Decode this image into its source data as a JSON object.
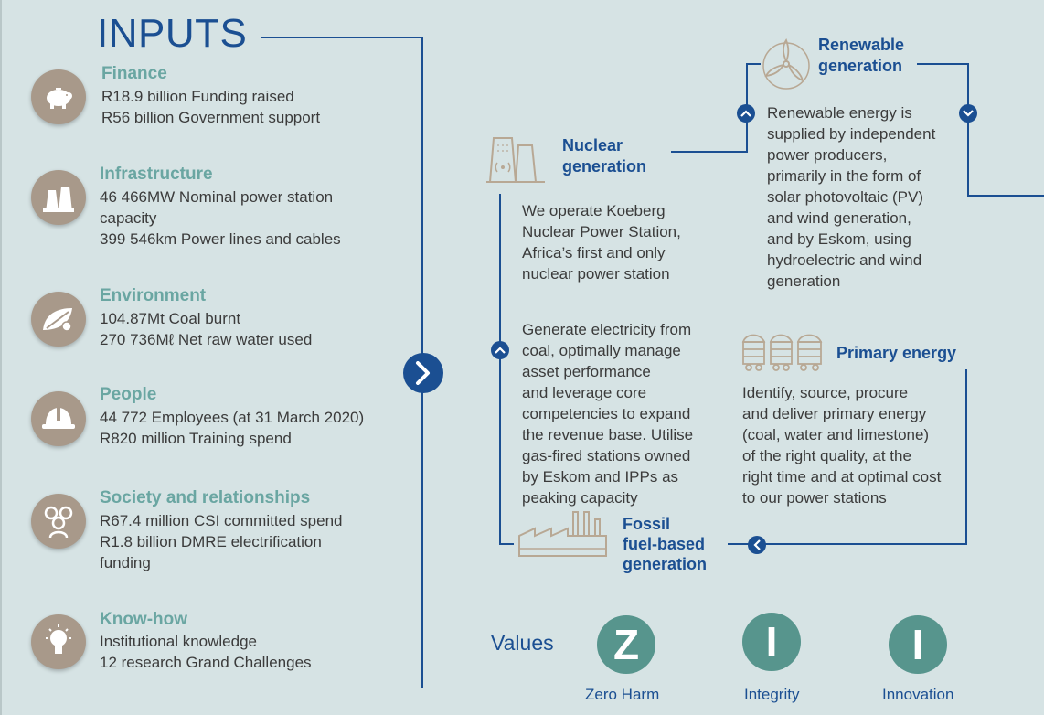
{
  "title": "INPUTS",
  "inputs": [
    {
      "icon": "piggy-bank-icon",
      "title": "Finance",
      "lines": [
        "R18.9 billion Funding raised",
        "R56 billion Government support"
      ]
    },
    {
      "icon": "power-station-icon",
      "title": "Infrastructure",
      "lines": [
        "46 466MW Nominal power station",
        "capacity",
        "399 546km Power lines and cables"
      ]
    },
    {
      "icon": "leaf-plug-icon",
      "title": "Environment",
      "lines": [
        "104.87Mt Coal burnt",
        "270 736Mℓ Net raw water used"
      ]
    },
    {
      "icon": "hard-hat-icon",
      "title": "People",
      "lines": [
        "44 772 Employees (at 31 March 2020)",
        "R820 million Training spend"
      ]
    },
    {
      "icon": "people-group-icon",
      "title": "Society and relationships",
      "lines": [
        "R67.4 million CSI committed spend",
        "R1.8 billion DMRE electrification",
        "funding"
      ]
    },
    {
      "icon": "lightbulb-icon",
      "title": "Know-how",
      "lines": [
        "Institutional knowledge",
        "12 research Grand Challenges"
      ]
    }
  ],
  "renewable": {
    "title_lines": [
      "Renewable",
      "generation"
    ],
    "body_lines": [
      "Renewable energy is",
      "supplied by independent",
      "power producers,",
      "primarily in the form of",
      "solar photovoltaic (PV)",
      "and wind generation,",
      "and by Eskom, using",
      "hydroelectric and wind",
      "generation"
    ]
  },
  "nuclear": {
    "title_lines": [
      "Nuclear",
      "generation"
    ],
    "body_lines": [
      "We operate Koeberg",
      "Nuclear Power Station,",
      "Africa’s first and only",
      "nuclear power station"
    ]
  },
  "fossil": {
    "body_lines": [
      "Generate electricity from",
      "coal, optimally manage",
      "asset performance",
      "and leverage core",
      "competencies to expand",
      "the revenue base. Utilise",
      "gas-fired stations owned",
      "by Eskom and IPPs as",
      "peaking capacity"
    ],
    "title_lines": [
      "Fossil",
      "fuel-based",
      "generation"
    ]
  },
  "primary": {
    "title": "Primary energy",
    "body_lines": [
      "Identify, source, procure",
      "and deliver primary energy",
      "(coal, water and limestone)",
      "of the right quality, at the",
      "right time and at optimal cost",
      "to our power stations"
    ]
  },
  "values": {
    "label": "Values",
    "items": [
      {
        "letter": "Z",
        "name": "Zero Harm"
      },
      {
        "letter": "I",
        "name": "Integrity"
      },
      {
        "letter": "I",
        "name": "Innovation"
      }
    ]
  },
  "colors": {
    "blue": "#1b4f92",
    "teal": "#6aa6a2",
    "taupe": "#a8998a",
    "background": "#d6e3e4",
    "value_teal": "#57958d"
  }
}
